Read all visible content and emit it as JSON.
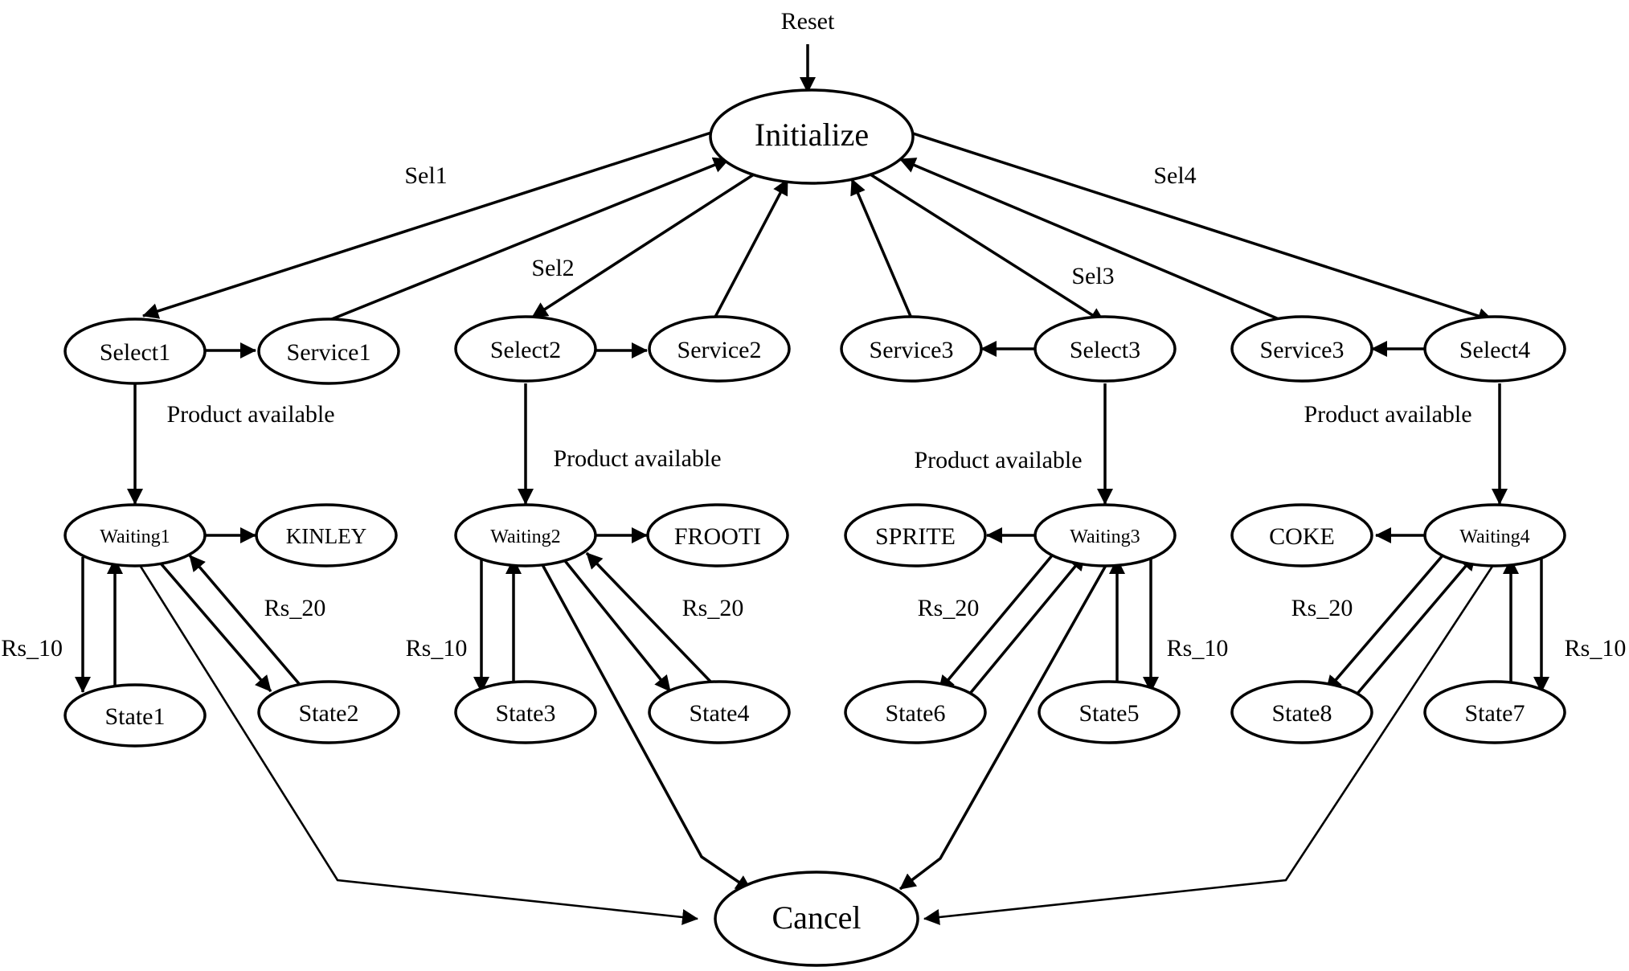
{
  "diagram": {
    "reset_label": "Reset",
    "nodes": {
      "initialize": "Initialize",
      "cancel": "Cancel",
      "select1": "Select1",
      "service1": "Service1",
      "select2": "Select2",
      "service2": "Service2",
      "service3a": "Service3",
      "select3": "Select3",
      "service3b": "Service3",
      "select4": "Select4",
      "waiting1": "Waiting1",
      "kinley": "KINLEY",
      "waiting2": "Waiting2",
      "frooti": "FROOTI",
      "sprite": "SPRITE",
      "waiting3": "Waiting3",
      "coke": "COKE",
      "waiting4": "Waiting4",
      "state1": "State1",
      "state2": "State2",
      "state3": "State3",
      "state4": "State4",
      "state6": "State6",
      "state5": "State5",
      "state8": "State8",
      "state7": "State7"
    },
    "edge_labels": {
      "sel1": "Sel1",
      "sel2": "Sel2",
      "sel3": "Sel3",
      "sel4": "Sel4",
      "product1": "Product available",
      "product2": "Product available",
      "product3": "Product available",
      "product4": "Product available",
      "rs10_1": "Rs_10",
      "rs20_1": "Rs_20",
      "rs10_2": "Rs_10",
      "rs20_2": "Rs_20",
      "rs20_3": "Rs_20",
      "rs10_3": "Rs_10",
      "rs20_4": "Rs_20",
      "rs10_4": "Rs_10"
    }
  }
}
